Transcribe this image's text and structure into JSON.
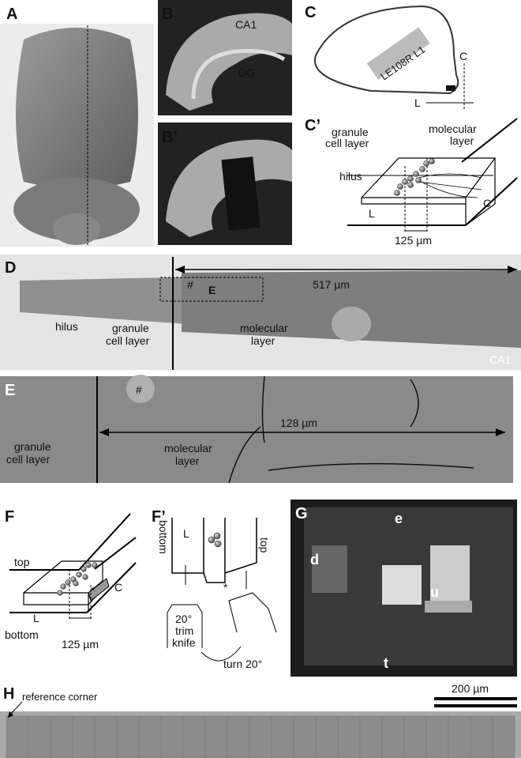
{
  "panels": {
    "A": {
      "label": "A"
    },
    "B": {
      "label": "B",
      "ca1": "CA1",
      "dg": "DG"
    },
    "B2": {
      "label": "B’"
    },
    "C": {
      "label": "C",
      "tag": "LE108R L1",
      "c": "C",
      "l": "L"
    },
    "C2": {
      "label": "C’",
      "granule1": "granule",
      "granule2": "cell layer",
      "molecular1": "molecular",
      "molecular2": "layer",
      "hilus": "hilus",
      "c": "C",
      "l": "L",
      "scale": "125 µm"
    },
    "D": {
      "label": "D",
      "hash": "#",
      "e": "E",
      "scale": "517 µm",
      "hilus": "hilus",
      "granule1": "granule",
      "granule2": "cell layer",
      "molecular1": "molecular",
      "molecular2": "layer",
      "ca1": "CA1"
    },
    "E": {
      "label": "E",
      "hash": "#",
      "scale": "128 µm",
      "granule1": "granule",
      "granule2": "cell layer",
      "molecular1": "molecular",
      "molecular2": "layer"
    },
    "F": {
      "label": "F",
      "top": "top",
      "bottom": "bottom",
      "l": "L",
      "c": "C",
      "star": "*",
      "scale": "125 µm"
    },
    "F2": {
      "label": "F’",
      "l": "L",
      "bottom": "bottom",
      "top": "top",
      "star": "*",
      "knife1": "20°",
      "knife2": "trim",
      "knife3": "knife",
      "turn": "turn 20°"
    },
    "G": {
      "label": "G",
      "e": "e",
      "d": "d",
      "u": "u",
      "t": "t"
    },
    "H": {
      "label": "H",
      "ref": "reference corner",
      "scale": "200 µm"
    }
  }
}
